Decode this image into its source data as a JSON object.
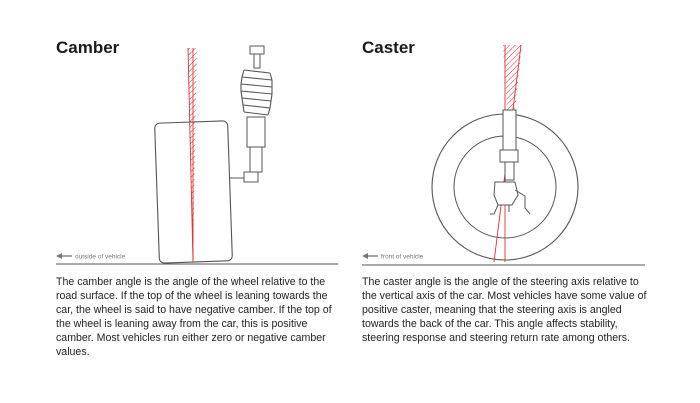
{
  "camber": {
    "title": "Camber",
    "direction_label": "outside of vehicle",
    "description": "The camber angle is the angle of the wheel relative to the road surface. If the top of the wheel is leaning towards the car, the wheel is said to have negative camber. If the top of the wheel is leaning away from the car, this is positive camber. Most vehicles run either zero or negative camber values."
  },
  "caster": {
    "title": "Caster",
    "direction_label": "front of vehicle",
    "description": "The caster angle is the angle of the steering axis relative to the vertical axis of the car. Most vehicles have some value of positive caster, meaning that the steering axis is angled towards the back of the car. This angle affects stability, steering response and steering return rate among others."
  },
  "colors": {
    "line": "#555555",
    "axis_red": "#e03030",
    "text": "#1a1a1a",
    "muted": "#777777"
  }
}
